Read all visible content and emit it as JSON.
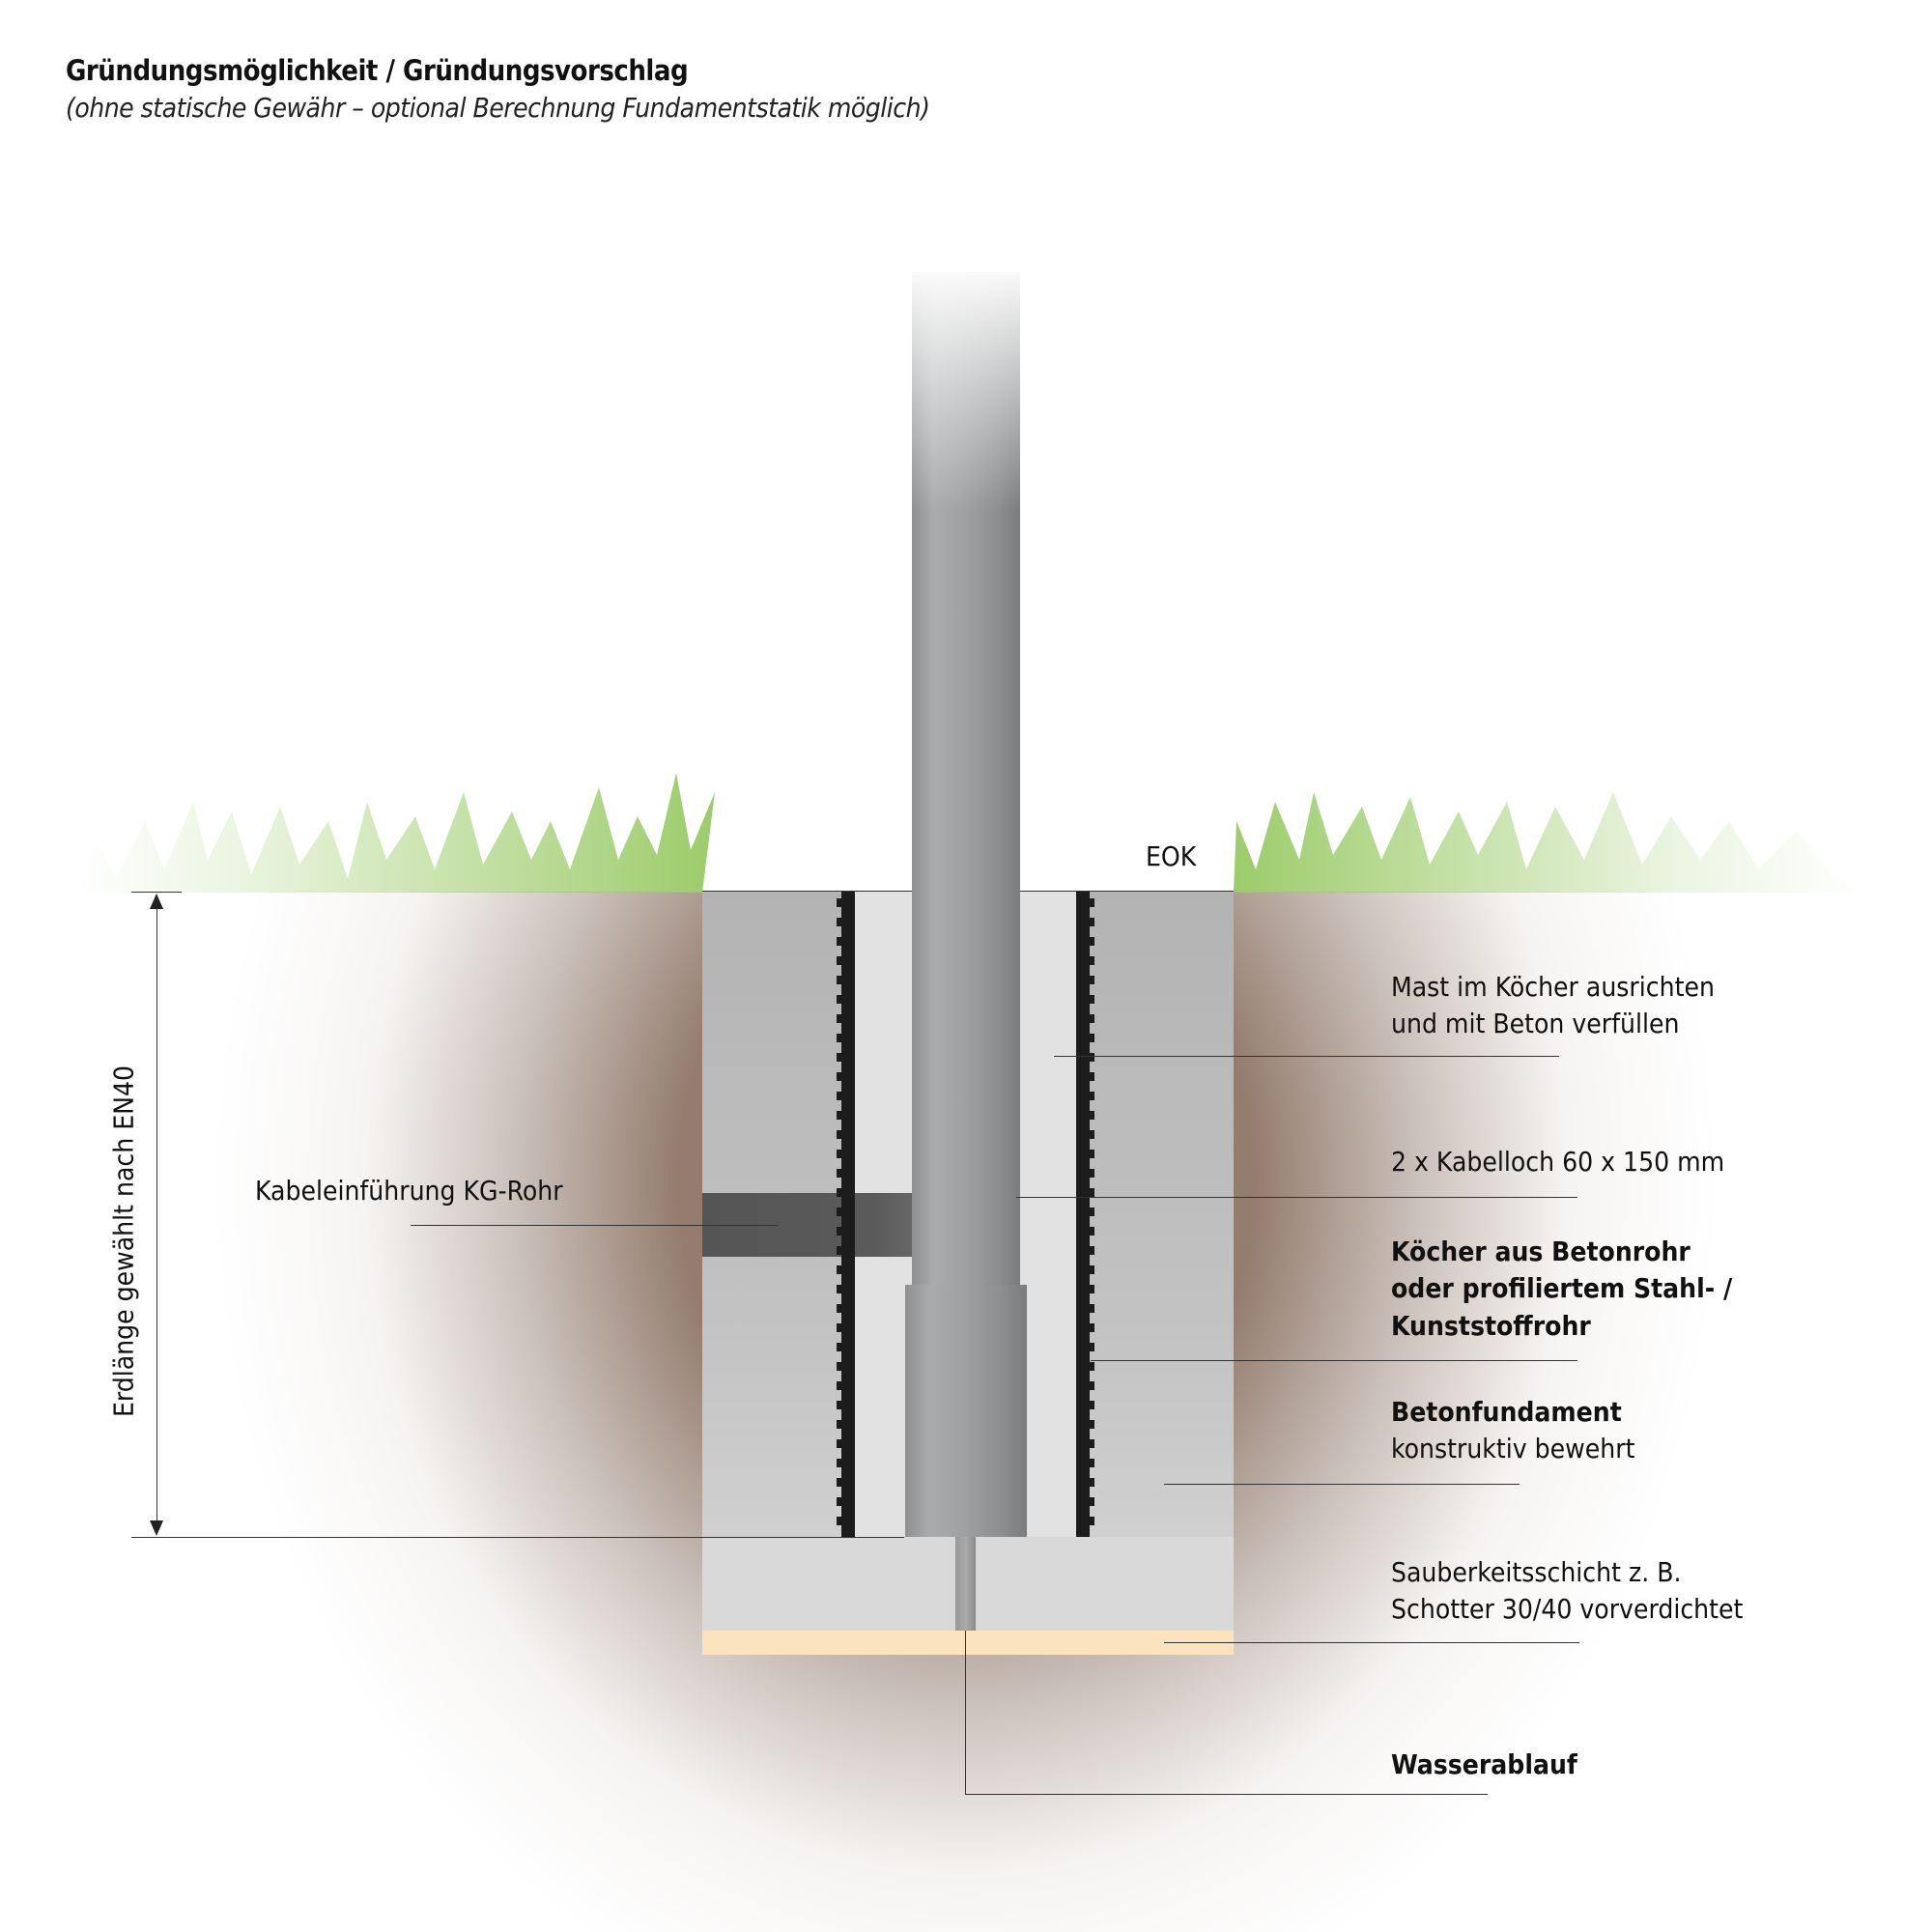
{
  "header": {
    "title": "Gründungsmöglichkeit / Gründungsvorschlag",
    "subtitle": "(ohne statische Gewähr – optional Berechnung Fundamentstatik möglich)"
  },
  "labels": {
    "eok": "EOK",
    "cable_entry": "Kabeleinführung KG-Rohr",
    "dimension": "Erdlänge gewählt nach EN40",
    "mast_line1": "Mast im Köcher ausrichten",
    "mast_line2": "und mit Beton verfüllen",
    "cable_hole": "2 x Kabelloch 60 x 150 mm",
    "sleeve_line1": "Köcher aus Betonrohr",
    "sleeve_line2": "oder profiliertem Stahl- /",
    "sleeve_line3": "Kunststoffrohr",
    "foundation_line1": "Betonfundament",
    "foundation_line2": "konstruktiv bewehrt",
    "clean_line1": "Sauberkeitsschicht z. B.",
    "clean_line2": "Schotter 30/40 vorverdichtet",
    "drain": "Wasserablauf"
  },
  "colors": {
    "soil": "#8e7566",
    "grass": "#9ccc6a",
    "concrete": "#b3b3b3",
    "sleeve": "#1c1c1c",
    "sand": "#fbe3bd",
    "pole": "#a0a2a4"
  }
}
